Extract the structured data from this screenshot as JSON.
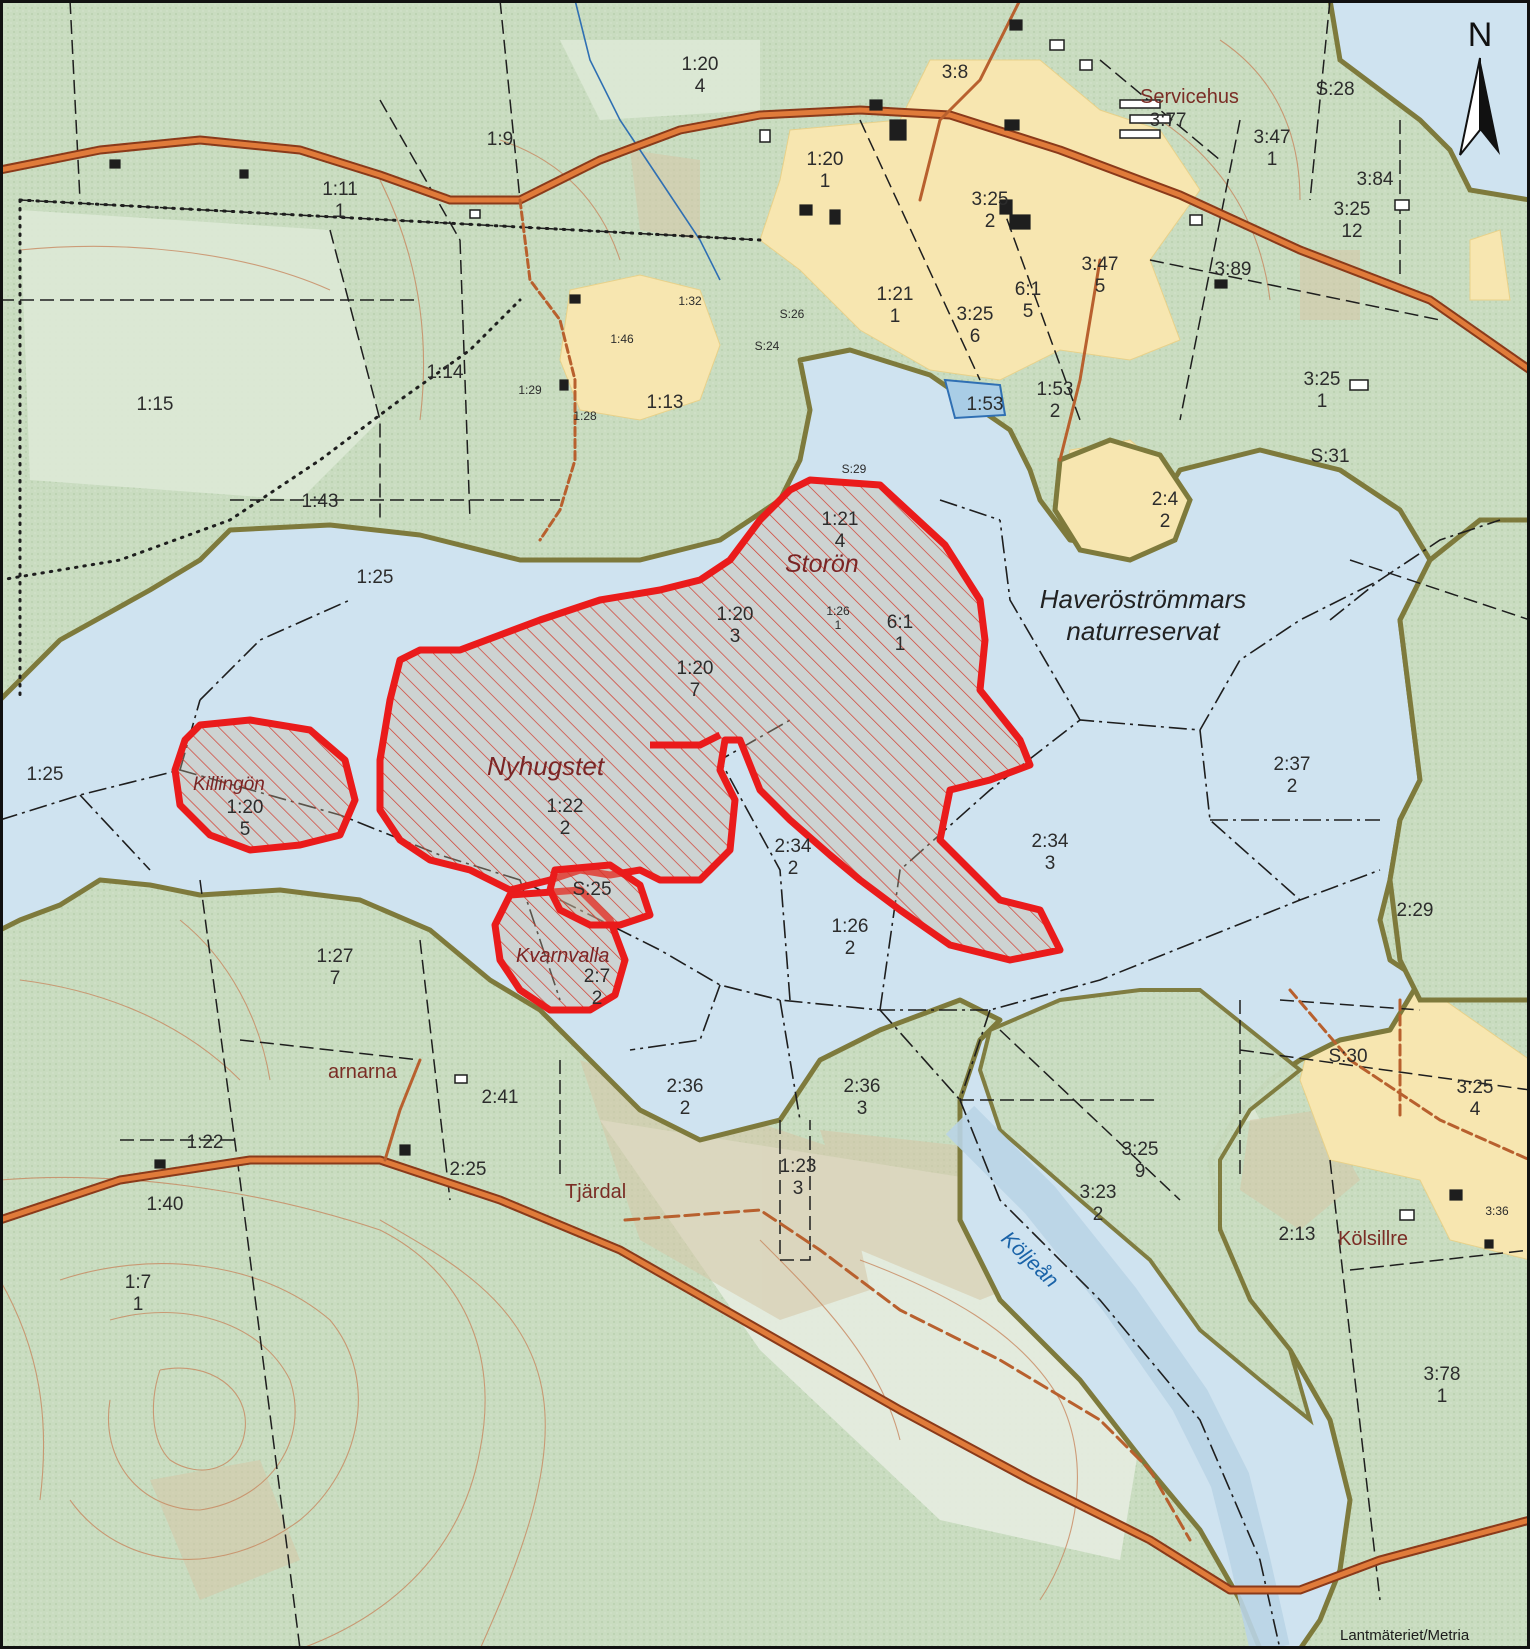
{
  "map": {
    "north_label": "N",
    "credit": "Lantmäteriet/Metria",
    "reserve_name": [
      "Haveröströmmars",
      "naturreservat"
    ],
    "river_name": "Köljeån",
    "place_names": {
      "servicehus": "Servicehus",
      "tjardal": "Tjärdal",
      "kolsillre": "Kölsillre",
      "arnarna": "arnarna"
    },
    "highlighted_areas": [
      {
        "name": "Storön"
      },
      {
        "name": "Nyhugstet"
      },
      {
        "name": "Killingön"
      },
      {
        "name": "Kvarnvalla"
      }
    ],
    "parcels": [
      [
        "1:20",
        "4"
      ],
      [
        "1:9",
        ""
      ],
      [
        "1:15",
        ""
      ],
      [
        "1:14",
        ""
      ],
      [
        "1:13",
        ""
      ],
      [
        "1:11",
        "1"
      ],
      [
        "1:43",
        ""
      ],
      [
        "1:25",
        ""
      ],
      [
        "1:25",
        ""
      ],
      [
        "1:21",
        "1"
      ],
      [
        "6:1",
        "5"
      ],
      [
        "3:47",
        "5"
      ],
      [
        "3:25",
        "6"
      ],
      [
        "3:25",
        "2"
      ],
      [
        "1:20",
        "1"
      ],
      [
        "3:8",
        ""
      ],
      [
        "3:77",
        ""
      ],
      [
        "3:47",
        "1"
      ],
      [
        "S:28",
        ""
      ],
      [
        "3:84",
        ""
      ],
      [
        "3:25",
        "12"
      ],
      [
        "3:89",
        ""
      ],
      [
        "3:25",
        "1"
      ],
      [
        "S:31",
        ""
      ],
      [
        "1:53",
        "2"
      ],
      [
        "1:53",
        ""
      ],
      [
        "2:4",
        "2"
      ],
      [
        "1:21",
        "4"
      ],
      [
        "1:20",
        "3"
      ],
      [
        "6:1",
        "1"
      ],
      [
        "1:20",
        "7"
      ],
      [
        "1:26",
        "1"
      ],
      [
        "1:20",
        "5"
      ],
      [
        "1:22",
        "2"
      ],
      [
        "S:25",
        ""
      ],
      [
        "2:7",
        "2"
      ],
      [
        "2:34",
        "2"
      ],
      [
        "2:34",
        "3"
      ],
      [
        "1:26",
        "2"
      ],
      [
        "2:37",
        "2"
      ],
      [
        "2:29",
        ""
      ],
      [
        "1:27",
        "7"
      ],
      [
        "2:36",
        "2"
      ],
      [
        "2:36",
        "3"
      ],
      [
        "2:41",
        ""
      ],
      [
        "2:25",
        ""
      ],
      [
        "1:22",
        ""
      ],
      [
        "1:40",
        ""
      ],
      [
        "1:23",
        "3"
      ],
      [
        "3:25",
        "9"
      ],
      [
        "3:23",
        "2"
      ],
      [
        "2:13",
        ""
      ],
      [
        "3:25",
        "4"
      ],
      [
        "S:30",
        ""
      ],
      [
        "3:78",
        "1"
      ],
      [
        "1:7",
        "1"
      ],
      [
        "S:26",
        ""
      ],
      [
        "S:24",
        ""
      ],
      [
        "S:29",
        ""
      ],
      [
        "1:32",
        ""
      ],
      [
        "1:46",
        ""
      ],
      [
        "1:29",
        ""
      ],
      [
        "1:28",
        ""
      ],
      [
        "3:36",
        ""
      ]
    ]
  }
}
